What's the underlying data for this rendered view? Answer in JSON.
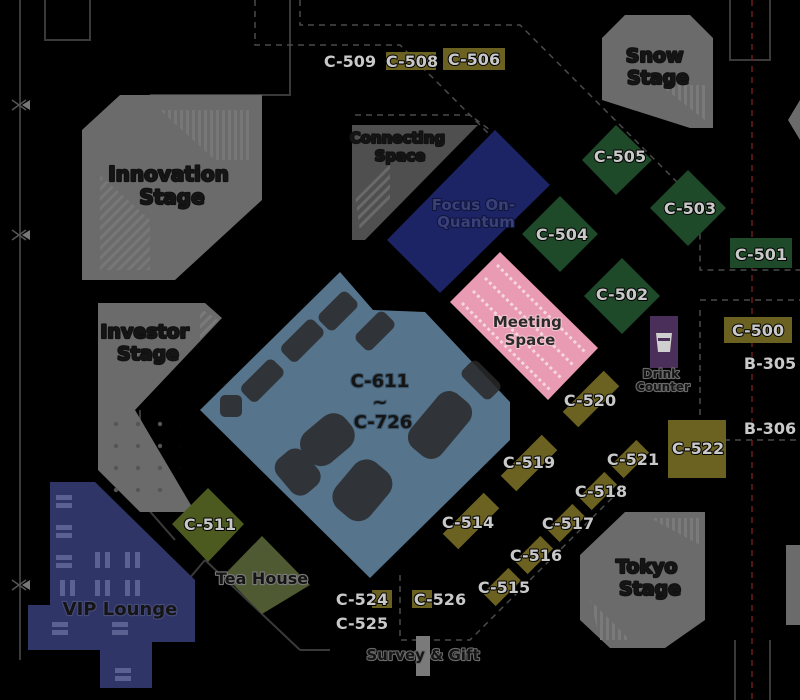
{
  "colors": {
    "background": "#000000",
    "stage": "#6b6b6b",
    "stage_text": "#151515",
    "quantum": "#1c2466",
    "meeting": "#e89bb2",
    "hall": "#56748c",
    "green_booth": "#1f4a2a",
    "olive_booth": "#4d5a1f",
    "yellow_booth": "#6b6121",
    "lounge": "#2f3566",
    "drink": "#4a2f5a",
    "booth_text": "#c9c9c9"
  },
  "areas": {
    "innovation_stage": {
      "name": "Innovation\nStage"
    },
    "investor_stage": {
      "name": "Investor\nStage"
    },
    "snow_stage": {
      "name": "Snow\nStage"
    },
    "tokyo_stage": {
      "name": "Tokyo\nStage"
    },
    "connecting_space": {
      "name": "Connecting\nSpace"
    },
    "focus_quantum": {
      "name": "Focus On-\nQuantum"
    },
    "meeting_space": {
      "name": "Meeting\nSpace"
    },
    "main_hall": {
      "line1": "C-611",
      "line2": "~",
      "line3": "C-726"
    },
    "vip_lounge": {
      "name": "VIP Lounge"
    },
    "tea_house": {
      "name": "Tea House"
    },
    "drink_counter": {
      "name": "Drink\nCounter",
      "icon": "cup-icon"
    },
    "survey_gift": {
      "name": "Survey & Gift"
    }
  },
  "booths": {
    "c509": "C-509",
    "c508": "C-508",
    "c506": "C-506",
    "c505": "C-505",
    "c503": "C-503",
    "c501": "C-501",
    "c504": "C-504",
    "c502": "C-502",
    "c500": "C-500",
    "b305": "B-305",
    "c520": "C-520",
    "b306": "B-306",
    "c522": "C-522",
    "c521": "C-521",
    "c519": "C-519",
    "c518": "C-518",
    "c517": "C-517",
    "c516": "C-516",
    "c515": "C-515",
    "c514": "C-514",
    "c511": "C-511",
    "c524": "C-524",
    "c526": "C-526",
    "c525": "C-525"
  }
}
